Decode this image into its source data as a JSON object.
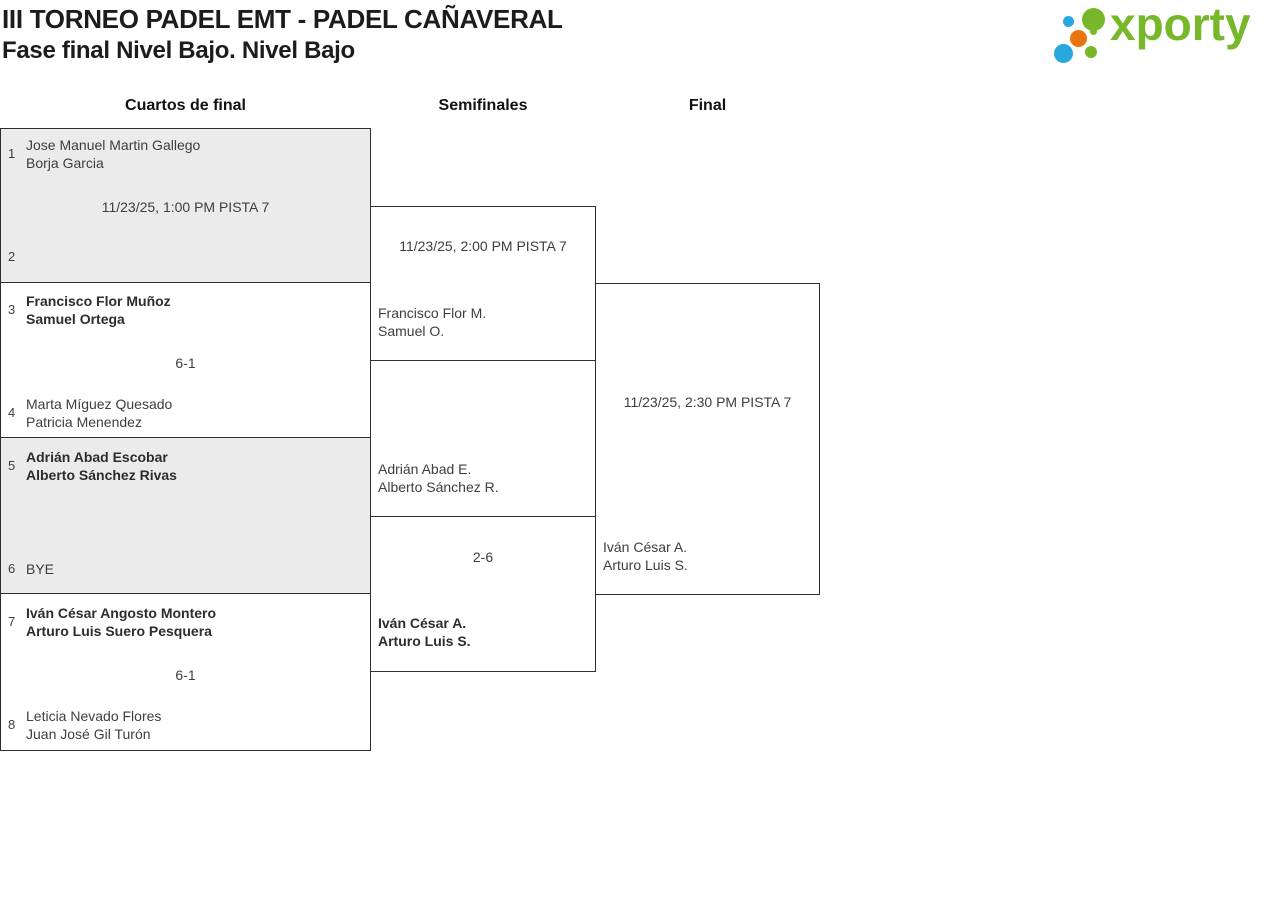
{
  "header": {
    "title": "III TORNEO PADEL EMT - PADEL CAÑAVERAL",
    "subtitle": "Fase final Nivel Bajo. Nivel Bajo"
  },
  "logo": {
    "brand": "xporty",
    "colors": {
      "green": "#76b82a",
      "blue": "#29a8e0",
      "orange": "#e8740e"
    }
  },
  "columns": {
    "quarterfinals": "Cuartos de final",
    "semifinals": "Semifinales",
    "final": "Final"
  },
  "colors": {
    "box_background_alt": "#ebebeb",
    "box_border": "#2e2e2e",
    "text": "#3e3e3e"
  },
  "matches": {
    "qf1": {
      "seed_top": "1",
      "top1": "Jose Manuel Martin Gallego",
      "top2": "Borja Garcia",
      "info": "11/23/25, 1:00 PM PISTA 7",
      "seed_bottom": "2",
      "bottom1": "",
      "bottom2": ""
    },
    "qf2": {
      "seed_top": "3",
      "top1": "Francisco Flor Muñoz",
      "top2": "Samuel Ortega",
      "info": "6-1",
      "seed_bottom": "4",
      "bottom1": "Marta Míguez Quesado",
      "bottom2": "Patricia Menendez"
    },
    "qf3": {
      "seed_top": "5",
      "top1": "Adrián Abad Escobar",
      "top2": "Alberto Sánchez Rivas",
      "info": "",
      "seed_bottom": "6",
      "bottom1": "BYE",
      "bottom2": ""
    },
    "qf4": {
      "seed_top": "7",
      "top1": "Iván César Angosto Montero",
      "top2": "Arturo Luis Suero Pesquera",
      "info": "6-1",
      "seed_bottom": "8",
      "bottom1": "Leticia Nevado Flores",
      "bottom2": "Juan José Gil Turón"
    },
    "sf1": {
      "info": "11/23/25, 2:00 PM PISTA 7",
      "bottom1": "Francisco Flor M.",
      "bottom2": "Samuel O."
    },
    "sf2": {
      "top1": "Adrián Abad E.",
      "top2": "Alberto Sánchez R.",
      "info": "2-6",
      "bottom1": "Iván César A.",
      "bottom2": "Arturo Luis S."
    },
    "final": {
      "info": "11/23/25, 2:30 PM PISTA 7",
      "bottom1": "Iván César A.",
      "bottom2": "Arturo Luis S."
    }
  }
}
